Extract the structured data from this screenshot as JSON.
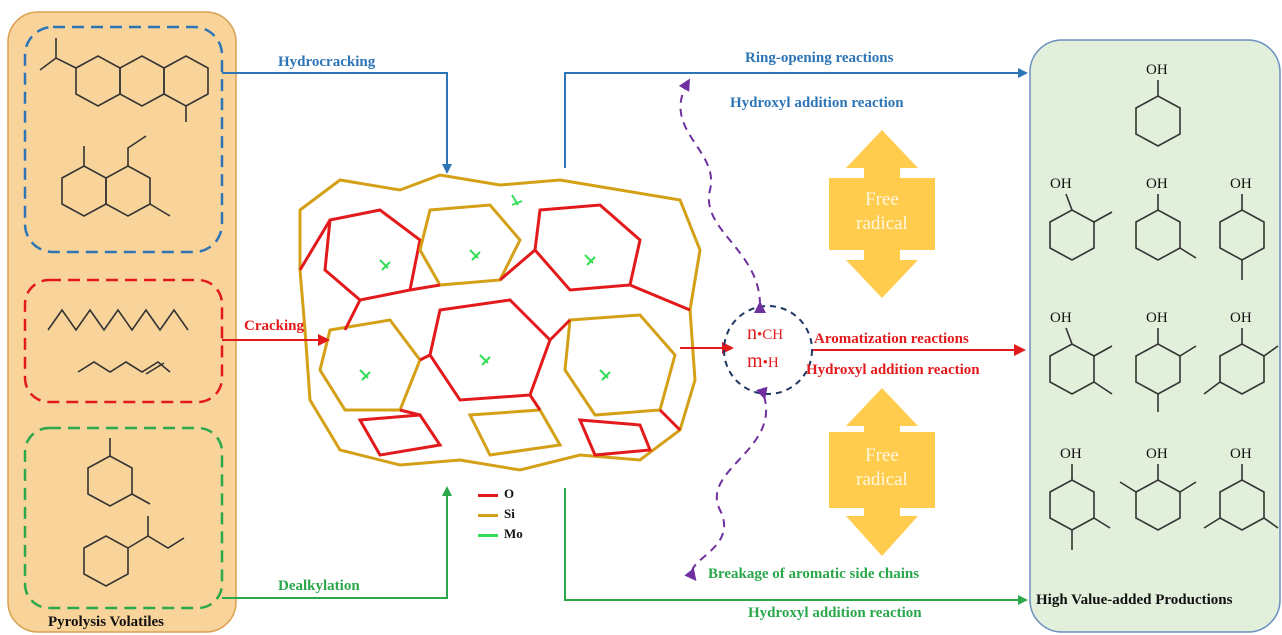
{
  "panels": {
    "left_title": "Pyrolysis Volatiles",
    "right_title": "High Value-added Productions"
  },
  "pathways": {
    "hydrocracking": "Hydrocracking",
    "cracking": "Cracking",
    "dealkylation": "Dealkylation",
    "ring_opening": "Ring-opening reactions",
    "hydroxyl_top": "Hydroxyl addition reaction",
    "aromatization": "Aromatization reactions",
    "hydroxyl_mid": "Hydroxyl addition reaction",
    "breakage": "Breakage of aromatic side chains",
    "hydroxyl_bottom": "Hydroxyl addition reaction"
  },
  "free_radical": {
    "line1": "Free",
    "line2": "radical"
  },
  "radicals": {
    "ch_coef": "n",
    "ch_label": "CH",
    "h_coef": "m",
    "h_label": "H",
    "dot": "•"
  },
  "legend": {
    "o": "O",
    "si": "Si",
    "mo": "Mo"
  },
  "oh_label": "OH",
  "colors": {
    "blue": "#2e75b6",
    "red": "#e31a1c",
    "green": "#2aa84a",
    "purple": "#7030a0",
    "orange_panel": "#f9d49a",
    "green_panel": "#e2efda",
    "arrow_orange": "#ffcc4d",
    "o_bond": "#e31a1c",
    "si_bond": "#d4a017",
    "mo_bond": "#33dd55"
  }
}
